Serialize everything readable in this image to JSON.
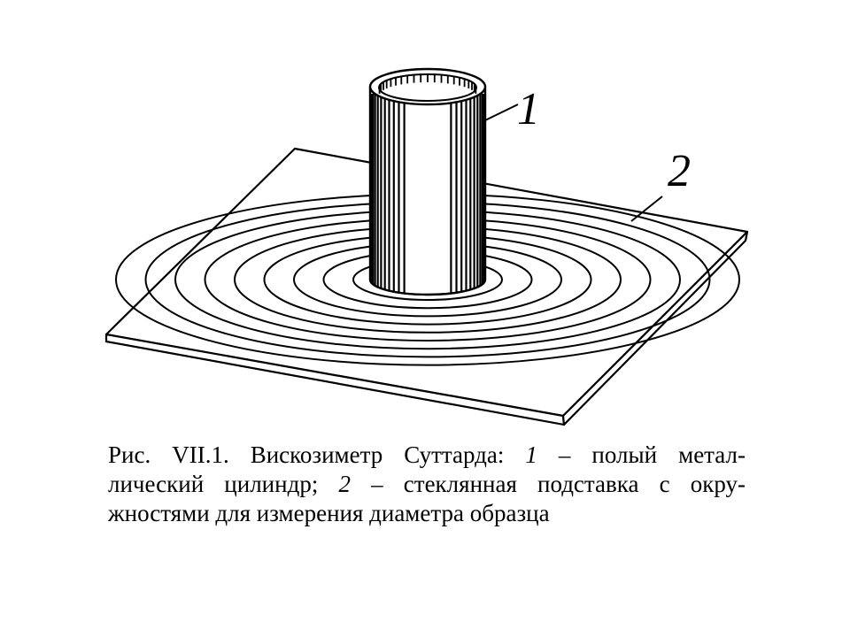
{
  "figure": {
    "labels": {
      "cylinder": "1",
      "plate": "2"
    },
    "ring_count": 9,
    "cylinder_flute_count": 30,
    "colors": {
      "line": "#000000",
      "background": "#ffffff"
    }
  },
  "caption": {
    "line1": {
      "prefix": "Рис. VII.1. Вискозиметр Суттарда: ",
      "num1": "1",
      "text1": " – полый метал-"
    },
    "line2": {
      "text_a": "лический цилиндр; ",
      "num2": "2",
      "text_b": " – стеклянная подставка с окру-"
    },
    "line3": {
      "text": "жностями для измерения диаметра образца"
    }
  }
}
